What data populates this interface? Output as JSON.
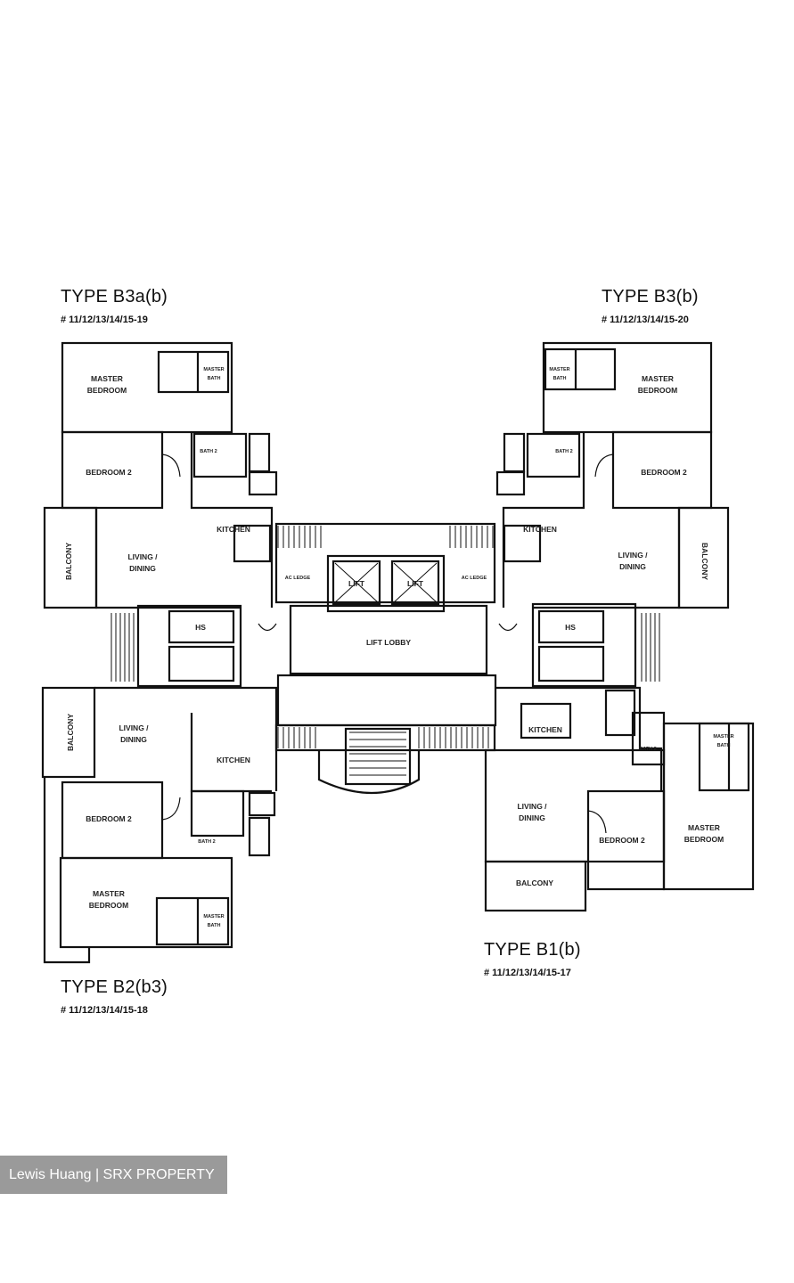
{
  "units": {
    "b3a": {
      "title": "TYPE B3a(b)",
      "numbers": "# 11/12/13/14/15-19"
    },
    "b3": {
      "title": "TYPE B3(b)",
      "numbers": "# 11/12/13/14/15-20"
    },
    "b2": {
      "title": "TYPE B2(b3)",
      "numbers": "# 11/12/13/14/15-18"
    },
    "b1": {
      "title": "TYPE B1(b)",
      "numbers": "# 11/12/13/14/15-17"
    }
  },
  "rooms": {
    "master_bedroom_1": "MASTER",
    "master_bedroom_2": "BEDROOM",
    "master_bath_1": "MASTER",
    "master_bath_2": "BATH",
    "bedroom2": "BEDROOM 2",
    "bath2": "BATH 2",
    "kitchen": "KITCHEN",
    "living_1": "LIVING /",
    "living_2": "DINING",
    "balcony": "BALCONY",
    "hs": "HS",
    "ac_ledge": "AC LEDGE",
    "lift": "LIFT",
    "lift_lobby": "LIFT LOBBY"
  },
  "watermark": "Lewis Huang | SRX PROPERTY"
}
